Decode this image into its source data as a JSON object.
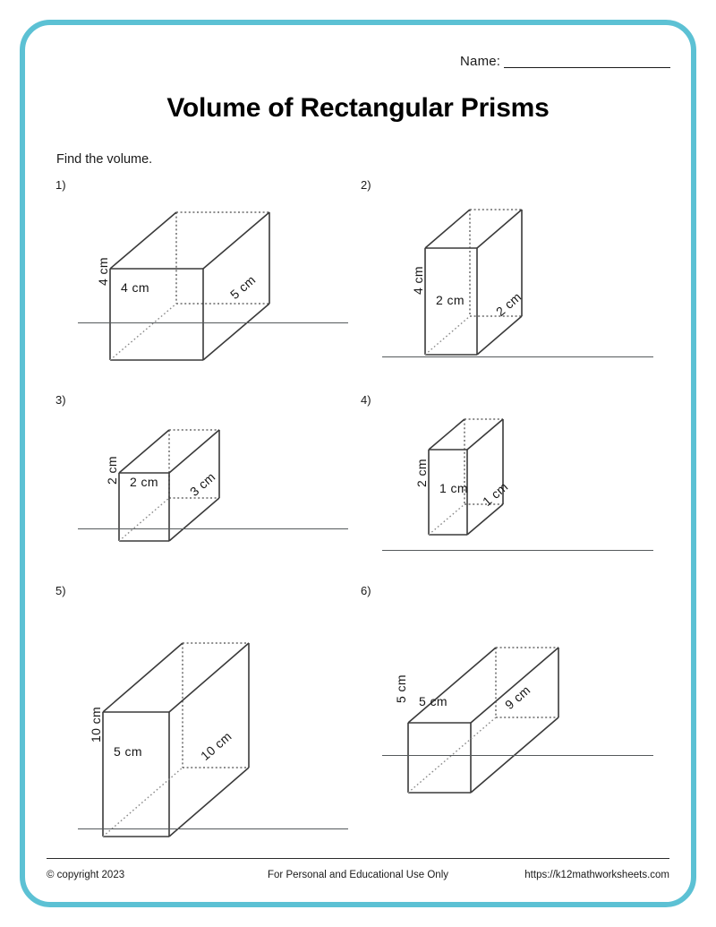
{
  "page": {
    "title": "Volume of Rectangular Prisms",
    "instruction": "Find the volume.",
    "name_label": "Name:",
    "border_color": "#5cc1d4"
  },
  "footer": {
    "copyright": "© copyright 2023",
    "usage": "For Personal and Educational Use Only",
    "url": "https://k12mathworksheets.com"
  },
  "problems": [
    {
      "number": "1)",
      "height_label": "4 cm",
      "width_label": "4 cm",
      "depth_label": "5 cm",
      "height": 4,
      "width": 4,
      "depth": 5,
      "unit": "cm"
    },
    {
      "number": "2)",
      "height_label": "4 cm",
      "width_label": "2 cm",
      "depth_label": "2 cm",
      "height": 4,
      "width": 2,
      "depth": 2,
      "unit": "cm"
    },
    {
      "number": "3)",
      "height_label": "2 cm",
      "width_label": "2 cm",
      "depth_label": "3 cm",
      "height": 2,
      "width": 2,
      "depth": 3,
      "unit": "cm"
    },
    {
      "number": "4)",
      "height_label": "2 cm",
      "width_label": "1 cm",
      "depth_label": "1 cm",
      "height": 2,
      "width": 1,
      "depth": 1,
      "unit": "cm"
    },
    {
      "number": "5)",
      "height_label": "10 cm",
      "width_label": "5 cm",
      "depth_label": "10 cm",
      "height": 10,
      "width": 5,
      "depth": 10,
      "unit": "cm"
    },
    {
      "number": "6)",
      "number_display": "6)",
      "height_label": "5 cm",
      "width_label": "5 cm",
      "depth_label": "9 cm",
      "height": 5,
      "width": 5,
      "depth": 9,
      "unit": "cm"
    }
  ]
}
